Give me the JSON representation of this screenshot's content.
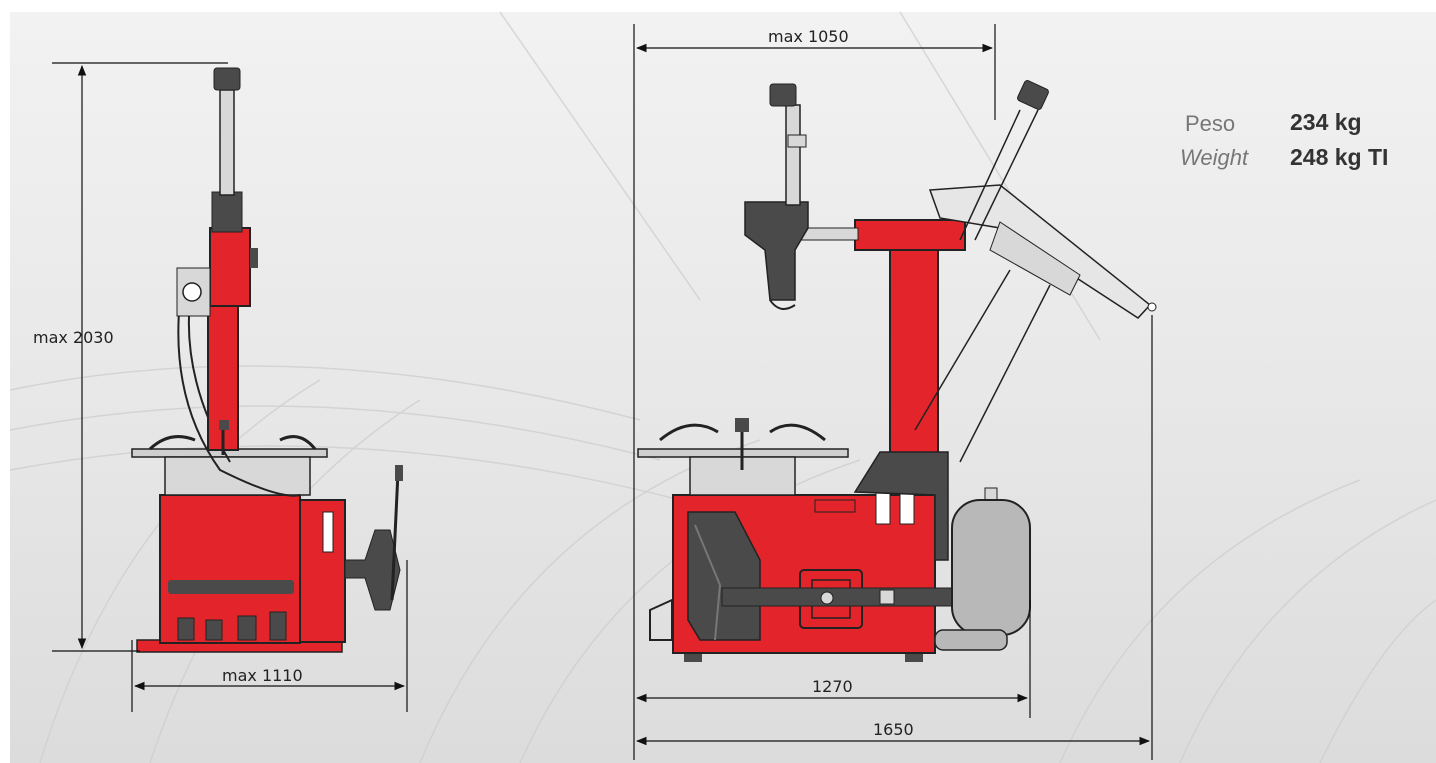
{
  "dimensions": {
    "max_height": "max 2030",
    "max_width_side": "max 1110",
    "max_reach": "max 1050",
    "width_base": "1270",
    "width_total": "1650"
  },
  "specs": {
    "weight_label_it": "Peso",
    "weight_label_en": "Weight",
    "weight_value": "234 kg",
    "weight_value_ti": "248 kg TI"
  },
  "colors": {
    "machine_red": "#e3242b",
    "dark_grey": "#4a4a4a",
    "light_grey": "#d8d8d8",
    "background": "#e9e9e9"
  }
}
